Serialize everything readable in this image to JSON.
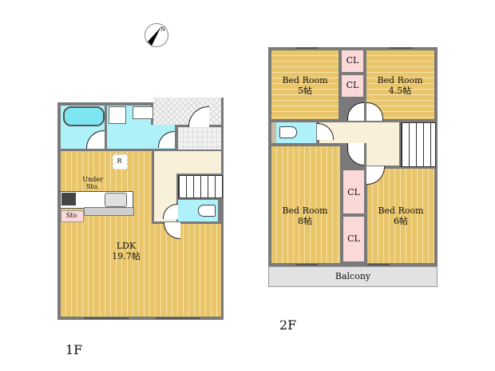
{
  "compass": {
    "label": "N",
    "icon": "north-arrow-icon"
  },
  "floor1": {
    "label": "1F",
    "rooms": {
      "ldk": {
        "name": "LDK",
        "size": "19.7帖"
      },
      "under_storage": {
        "name": "Under\nSto."
      },
      "storage": {
        "name": "Sto"
      },
      "refrigerator": {
        "name": "R"
      }
    }
  },
  "floor2": {
    "label": "2F",
    "rooms": {
      "bed1": {
        "name": "Bed Room",
        "size": "5帖"
      },
      "bed2": {
        "name": "Bed Room",
        "size": "4.5帖"
      },
      "bed3": {
        "name": "Bed Room",
        "size": "8帖"
      },
      "bed4": {
        "name": "Bed Room",
        "size": "6帖"
      },
      "closets": [
        "CL",
        "CL",
        "CL",
        "CL"
      ],
      "balcony": {
        "name": "Balcony"
      }
    }
  },
  "colors": {
    "wall": "#7a7a7a",
    "wood_floor": "#e9c56b",
    "wet_area": "#aef1f9",
    "hall": "#f8f0d8",
    "closet": "#fbd9d9",
    "balcony": "#e2e2e2"
  }
}
